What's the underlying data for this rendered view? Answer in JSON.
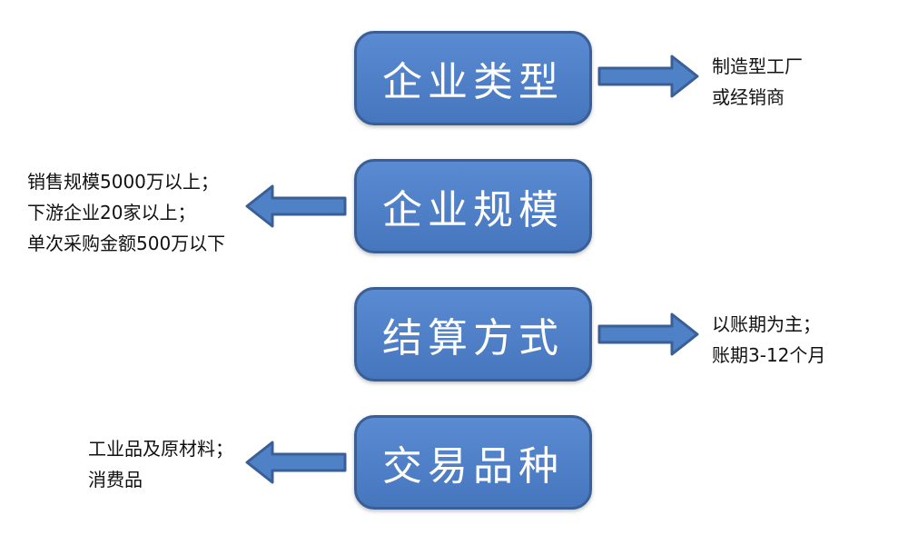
{
  "boxes": [
    {
      "label": "企业类型"
    },
    {
      "label": "企业规模"
    },
    {
      "label": "结算方式"
    },
    {
      "label": "交易品种"
    }
  ],
  "notes": [
    {
      "lines": [
        "制造型工厂",
        "或经销商"
      ]
    },
    {
      "lines": [
        "销售规模5000万以上；",
        "下游企业20家以上；",
        "单次采购金额500万以下"
      ]
    },
    {
      "lines": [
        "以账期为主；",
        "账期3-12个月"
      ]
    },
    {
      "lines": [
        "工业品及原材料；",
        "消费品"
      ]
    }
  ],
  "colors": {
    "box_fill": "#4f81c7",
    "box_border": "#3a5f96",
    "arrow_fill": "#4f81c7",
    "arrow_stroke": "#3a5f96",
    "box_text": "#ffffff"
  }
}
